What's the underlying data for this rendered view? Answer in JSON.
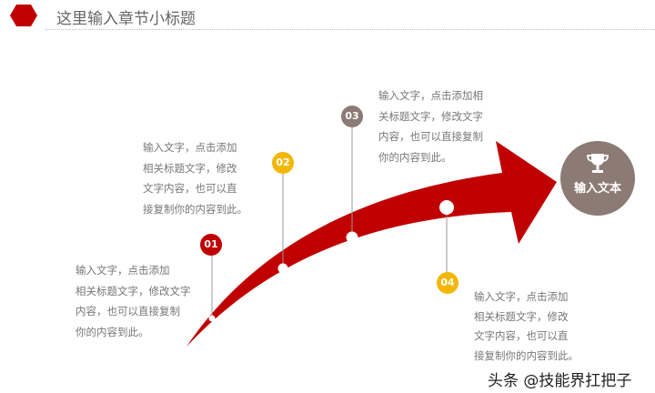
{
  "header": {
    "title": "这里输入章节小标题",
    "hexagon_color": "#c00000"
  },
  "steps": [
    {
      "number": "01",
      "color": "#c00000",
      "text": [
        "输入文字，点击添加",
        "相关标题文字，修改文字",
        "内容，也可以直接复制",
        "你的内容到此。"
      ]
    },
    {
      "number": "02",
      "color": "#f2b705",
      "text": [
        "输入文字，点击添加",
        "相关标题文字，修改",
        "文字内容，也可以直",
        "接复制你的内容到此。"
      ]
    },
    {
      "number": "03",
      "color": "#8c7b74",
      "text": [
        "输入文字，点击添加相",
        "关标题文字，修改文字",
        "内容，也可以直接复制",
        "你的内容到此。"
      ]
    },
    {
      "number": "04",
      "color": "#f2b705",
      "text": [
        "输入文字，点击添加",
        "相关标题文字，修改",
        "文字内容，也可以直",
        "接复制你的内容到此。"
      ]
    }
  ],
  "badge": {
    "label": "输入文本",
    "icon": "trophy-icon",
    "color": "#8c7b74"
  },
  "arrow": {
    "color": "#c00000"
  },
  "watermark": "头条 @技能界扛把子"
}
